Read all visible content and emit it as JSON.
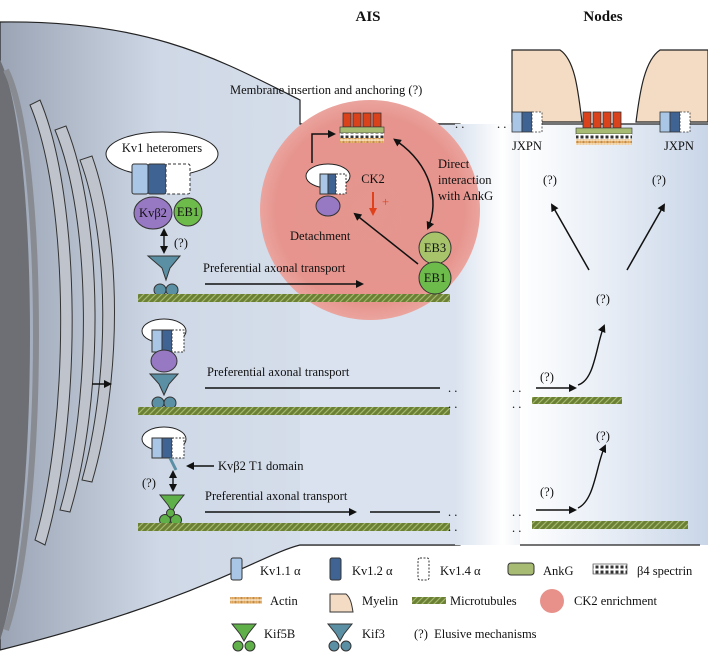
{
  "headers": {
    "ais": "AIS",
    "nodes": "Nodes"
  },
  "labels": {
    "membrane_insertion": "Membrane insertion and anchoring (?)",
    "kv1_heteromers": "Kv1 heteromers",
    "kvb2": "Kvβ2",
    "eb1": "EB1",
    "eb3": "EB3",
    "ck2": "CK2",
    "ck2_sign": "+",
    "detachment": "Detachment",
    "direct_interaction_1": "Direct",
    "direct_interaction_2": "interaction",
    "direct_interaction_3": "with AnkG",
    "q": "(?)",
    "transport": "Preferential axonal transport",
    "t1_domain": "Kvβ2 T1 domain",
    "jxpn": "JXPN",
    "dots": ". ."
  },
  "legend": [
    {
      "key": "kv11",
      "label": "Kv1.1 α",
      "color": "#a9c6e6"
    },
    {
      "key": "kv12",
      "label": "Kv1.2 α",
      "color": "#3f6494"
    },
    {
      "key": "kv14",
      "label": "Kv1.4 α",
      "color": "#ffffff"
    },
    {
      "key": "ankg",
      "label": "AnkG",
      "color": "#a7bb73"
    },
    {
      "key": "b4",
      "label": "β4 spectrin",
      "color": "#444444"
    },
    {
      "key": "actin",
      "label": "Actin",
      "color": "#d39a4a"
    },
    {
      "key": "myelin",
      "label": "Myelin",
      "color": "#f3dcc3"
    },
    {
      "key": "microtubules",
      "label": "Microtubules",
      "color": "#6d8238"
    },
    {
      "key": "ck2",
      "label": "CK2 enrichment",
      "color": "#e8908a"
    },
    {
      "key": "kif5b",
      "label": "Kif5B",
      "color": "#5fb048"
    },
    {
      "key": "kif3",
      "label": "Kif3",
      "color": "#5b8fa3"
    },
    {
      "key": "elusive",
      "label": "(?)  Elusive mechanisms",
      "color": "#111111"
    }
  ]
}
